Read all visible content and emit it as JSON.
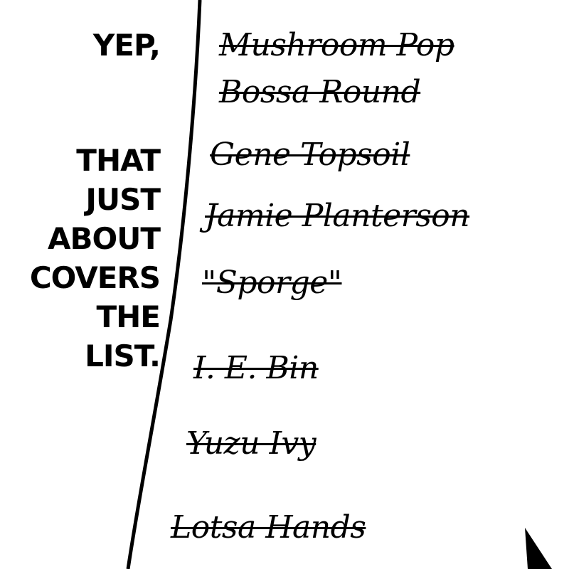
{
  "speech": {
    "line1": "YEP,",
    "lines": [
      "THAT",
      "JUST",
      "ABOUT",
      "COVERS",
      "THE",
      "LIST."
    ]
  },
  "list": {
    "names": [
      "Mushroom Pop",
      "Bossa Round",
      "Gene Topsoil",
      "Jamie Planterson",
      "\"Sporge\"",
      "I. E. Bin",
      "Yuzu Ivy",
      "Lotsa Hands"
    ]
  },
  "colors": {
    "ink": "#000000",
    "paper": "#ffffff"
  }
}
